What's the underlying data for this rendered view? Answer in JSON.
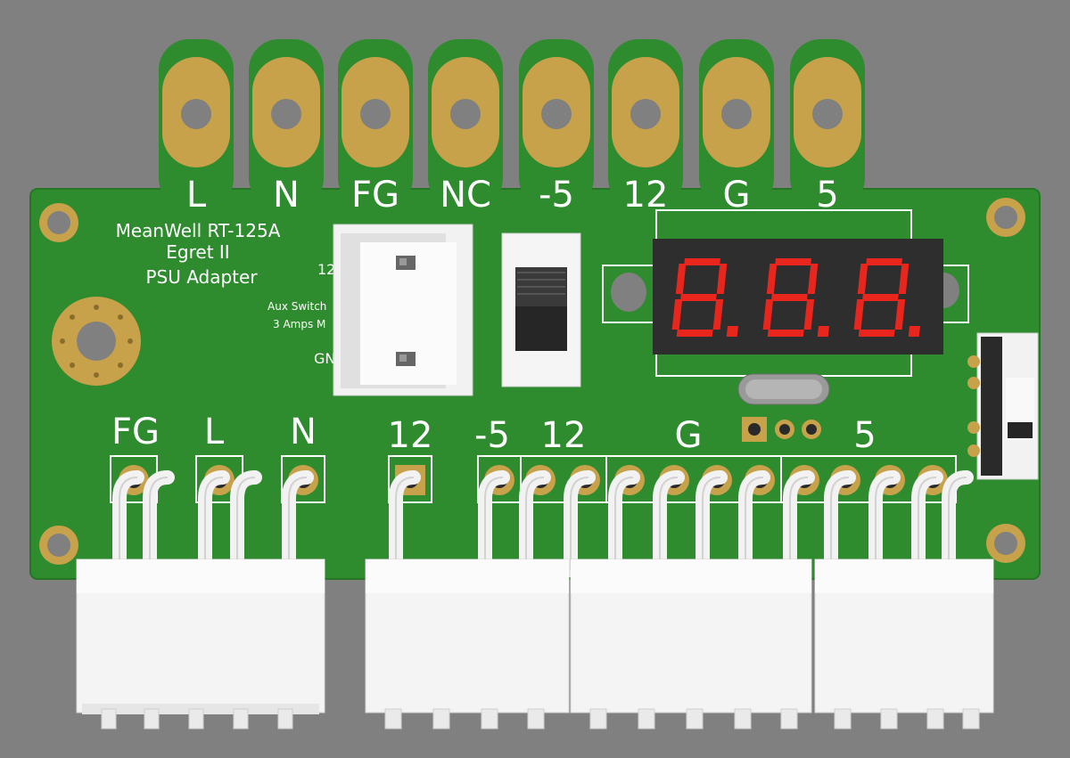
{
  "board": {
    "title_line1": "MeanWell RT-125A",
    "title_line2": "Egret II",
    "title_line3": "PSU Adapter",
    "note_line1": "Aux Switch",
    "note_line2": "3 Amps M",
    "label_12_left": "12",
    "label_gn": "GN"
  },
  "top_tabs": [
    {
      "label": "L"
    },
    {
      "label": "N"
    },
    {
      "label": "FG"
    },
    {
      "label": "NC"
    },
    {
      "label": "-5"
    },
    {
      "label": "12"
    },
    {
      "label": "G"
    },
    {
      "label": "5"
    }
  ],
  "bottom_labels": {
    "fg": "FG",
    "l": "L",
    "n": "N",
    "p12a": "12",
    "m5": "-5",
    "p12b": "12",
    "g": "G",
    "p5": "5"
  },
  "display": {
    "segment_color": "#e8261e",
    "body_color": "#2e2e2e",
    "digits": 3
  },
  "colors": {
    "background": "#808080",
    "pcb": "#2e8b2e",
    "pad": "#c7a24a",
    "connector": "#f4f4f4"
  }
}
